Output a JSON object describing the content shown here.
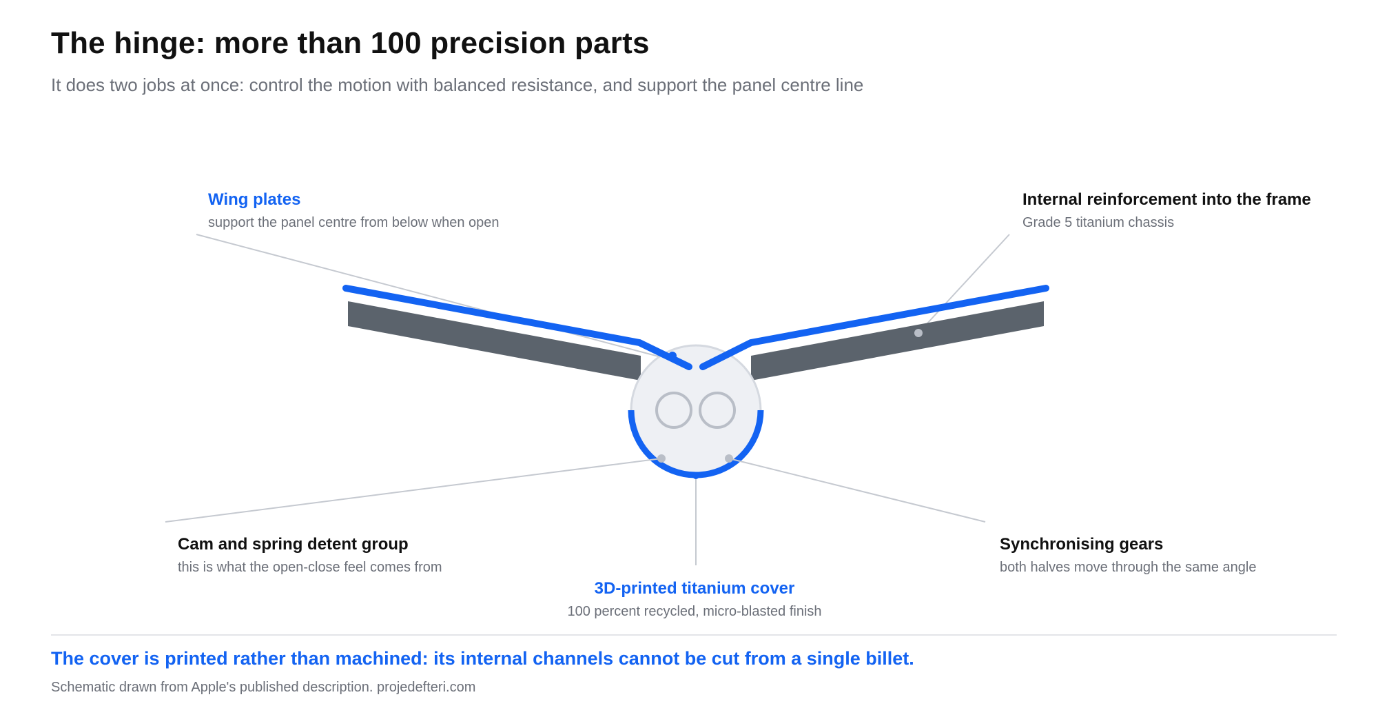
{
  "header": {
    "title": "The hinge: more than 100 precision parts",
    "subtitle": "It does two jobs at once: control the motion with balanced resistance, and support the panel centre line"
  },
  "labels": {
    "wing_plates": {
      "title": "Wing plates",
      "desc": "support the panel centre from below when open"
    },
    "reinforcement": {
      "title": "Internal reinforcement into the frame",
      "desc": "Grade 5 titanium chassis"
    },
    "cam_spring": {
      "title": "Cam and spring detent group",
      "desc": "this is what the open-close feel comes from"
    },
    "sync_gears": {
      "title": "Synchronising gears",
      "desc": "both halves move through the same angle"
    },
    "cover": {
      "title": "3D-printed titanium cover",
      "desc": "100 percent recycled, micro-blasted finish"
    }
  },
  "footer": {
    "callout": "The cover is printed rather than machined: its internal channels cannot be cut from a single billet.",
    "source": "Schematic drawn from Apple's published description. projedefteri.com"
  },
  "colors": {
    "accent_blue": "#1363f2",
    "panel_gray": "#5b636c",
    "leader_gray": "#c5c9d0",
    "hinge_fill": "#eef0f4",
    "hinge_stroke": "#d5d9e0",
    "text_dark": "#111111",
    "text_muted": "#6b6f78"
  }
}
